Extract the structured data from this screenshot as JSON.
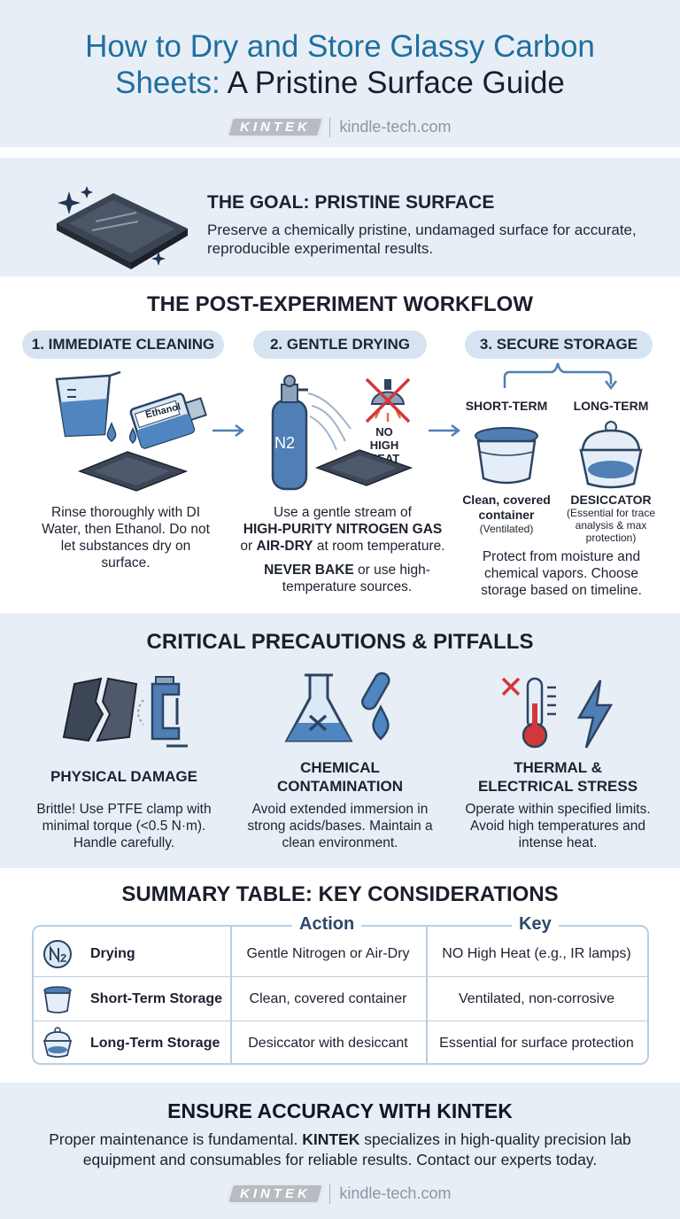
{
  "header": {
    "title_line1_accent": "How to Dry and Store Glassy Carbon",
    "title_line2_accent": "Sheets:",
    "title_line2_dark": "A Pristine Surface Guide",
    "brand": "KINTEK",
    "site": "kindle-tech.com"
  },
  "goal": {
    "heading": "THE GOAL: PRISTINE SURFACE",
    "text": "Preserve a chemically pristine, undamaged surface for accurate, reproducible experimental results."
  },
  "workflow": {
    "heading": "THE POST-EXPERIMENT WORKFLOW",
    "steps": [
      {
        "label": "1. IMMEDIATE CLEANING",
        "icon_text": "Ethanol",
        "text": "Rinse thoroughly with DI Water, then Ethanol. Do not let substances dry on surface."
      },
      {
        "label": "2. GENTLE DRYING",
        "icon_text": "N2",
        "warning": "NO HIGH HEAT",
        "text_pre": "Use a gentle stream of",
        "text_bold": "HIGH-PURITY NITROGEN GAS",
        "text_or": "or",
        "text_bold2": "AIR-DRY",
        "text_post": "at room temperature.",
        "note_bold": "NEVER BAKE",
        "note_rest": "or use high-temperature sources."
      },
      {
        "label": "3. SECURE STORAGE",
        "short_term": "SHORT-TERM",
        "long_term": "LONG-TERM",
        "short_caption": "Clean, covered container",
        "short_sub": "(Ventilated)",
        "long_caption": "DESICCATOR",
        "long_sub": "(Essential for trace analysis & max protection)",
        "text": "Protect from moisture and chemical vapors. Choose storage based on timeline."
      }
    ]
  },
  "precautions": {
    "heading": "CRITICAL PRECAUTIONS & PITFALLS",
    "items": [
      {
        "title": "PHYSICAL DAMAGE",
        "text": "Brittle! Use PTFE clamp with minimal torque (<0.5 N·m). Handle carefully."
      },
      {
        "title": "CHEMICAL CONTAMINATION",
        "text": "Avoid extended immersion in strong acids/bases. Maintain a clean environment."
      },
      {
        "title": "THERMAL & ELECTRICAL STRESS",
        "text": "Operate within specified limits. Avoid high temperatures and intense heat."
      }
    ]
  },
  "summary": {
    "heading": "SUMMARY TABLE: KEY CONSIDERATIONS",
    "col_action": "Action",
    "col_key": "Key",
    "rows": [
      {
        "icon": "N2",
        "label": "Drying",
        "action": "Gentle Nitrogen or Air-Dry",
        "key": "NO High Heat (e.g., IR lamps)"
      },
      {
        "label": "Short-Term Storage",
        "action": "Clean, covered container",
        "key": "Ventilated, non-corrosive"
      },
      {
        "label": "Long-Term Storage",
        "action": "Desiccator with desiccant",
        "key": "Essential for surface protection"
      }
    ]
  },
  "cta": {
    "heading": "ENSURE ACCURACY WITH KINTEK",
    "text_pre": "Proper maintenance is fundamental.",
    "text_brand": "KINTEK",
    "text_post": "specializes in high-quality precision lab equipment and consumables for reliable results. Contact our experts today.",
    "brand": "KINTEK",
    "site": "kindle-tech.com"
  },
  "colors": {
    "accent": "#1f6f9f",
    "pill": "#d6e4f1",
    "band": "#e8eef6",
    "icon_blue": "#4f7fb4",
    "warn_red": "#d2383a"
  }
}
